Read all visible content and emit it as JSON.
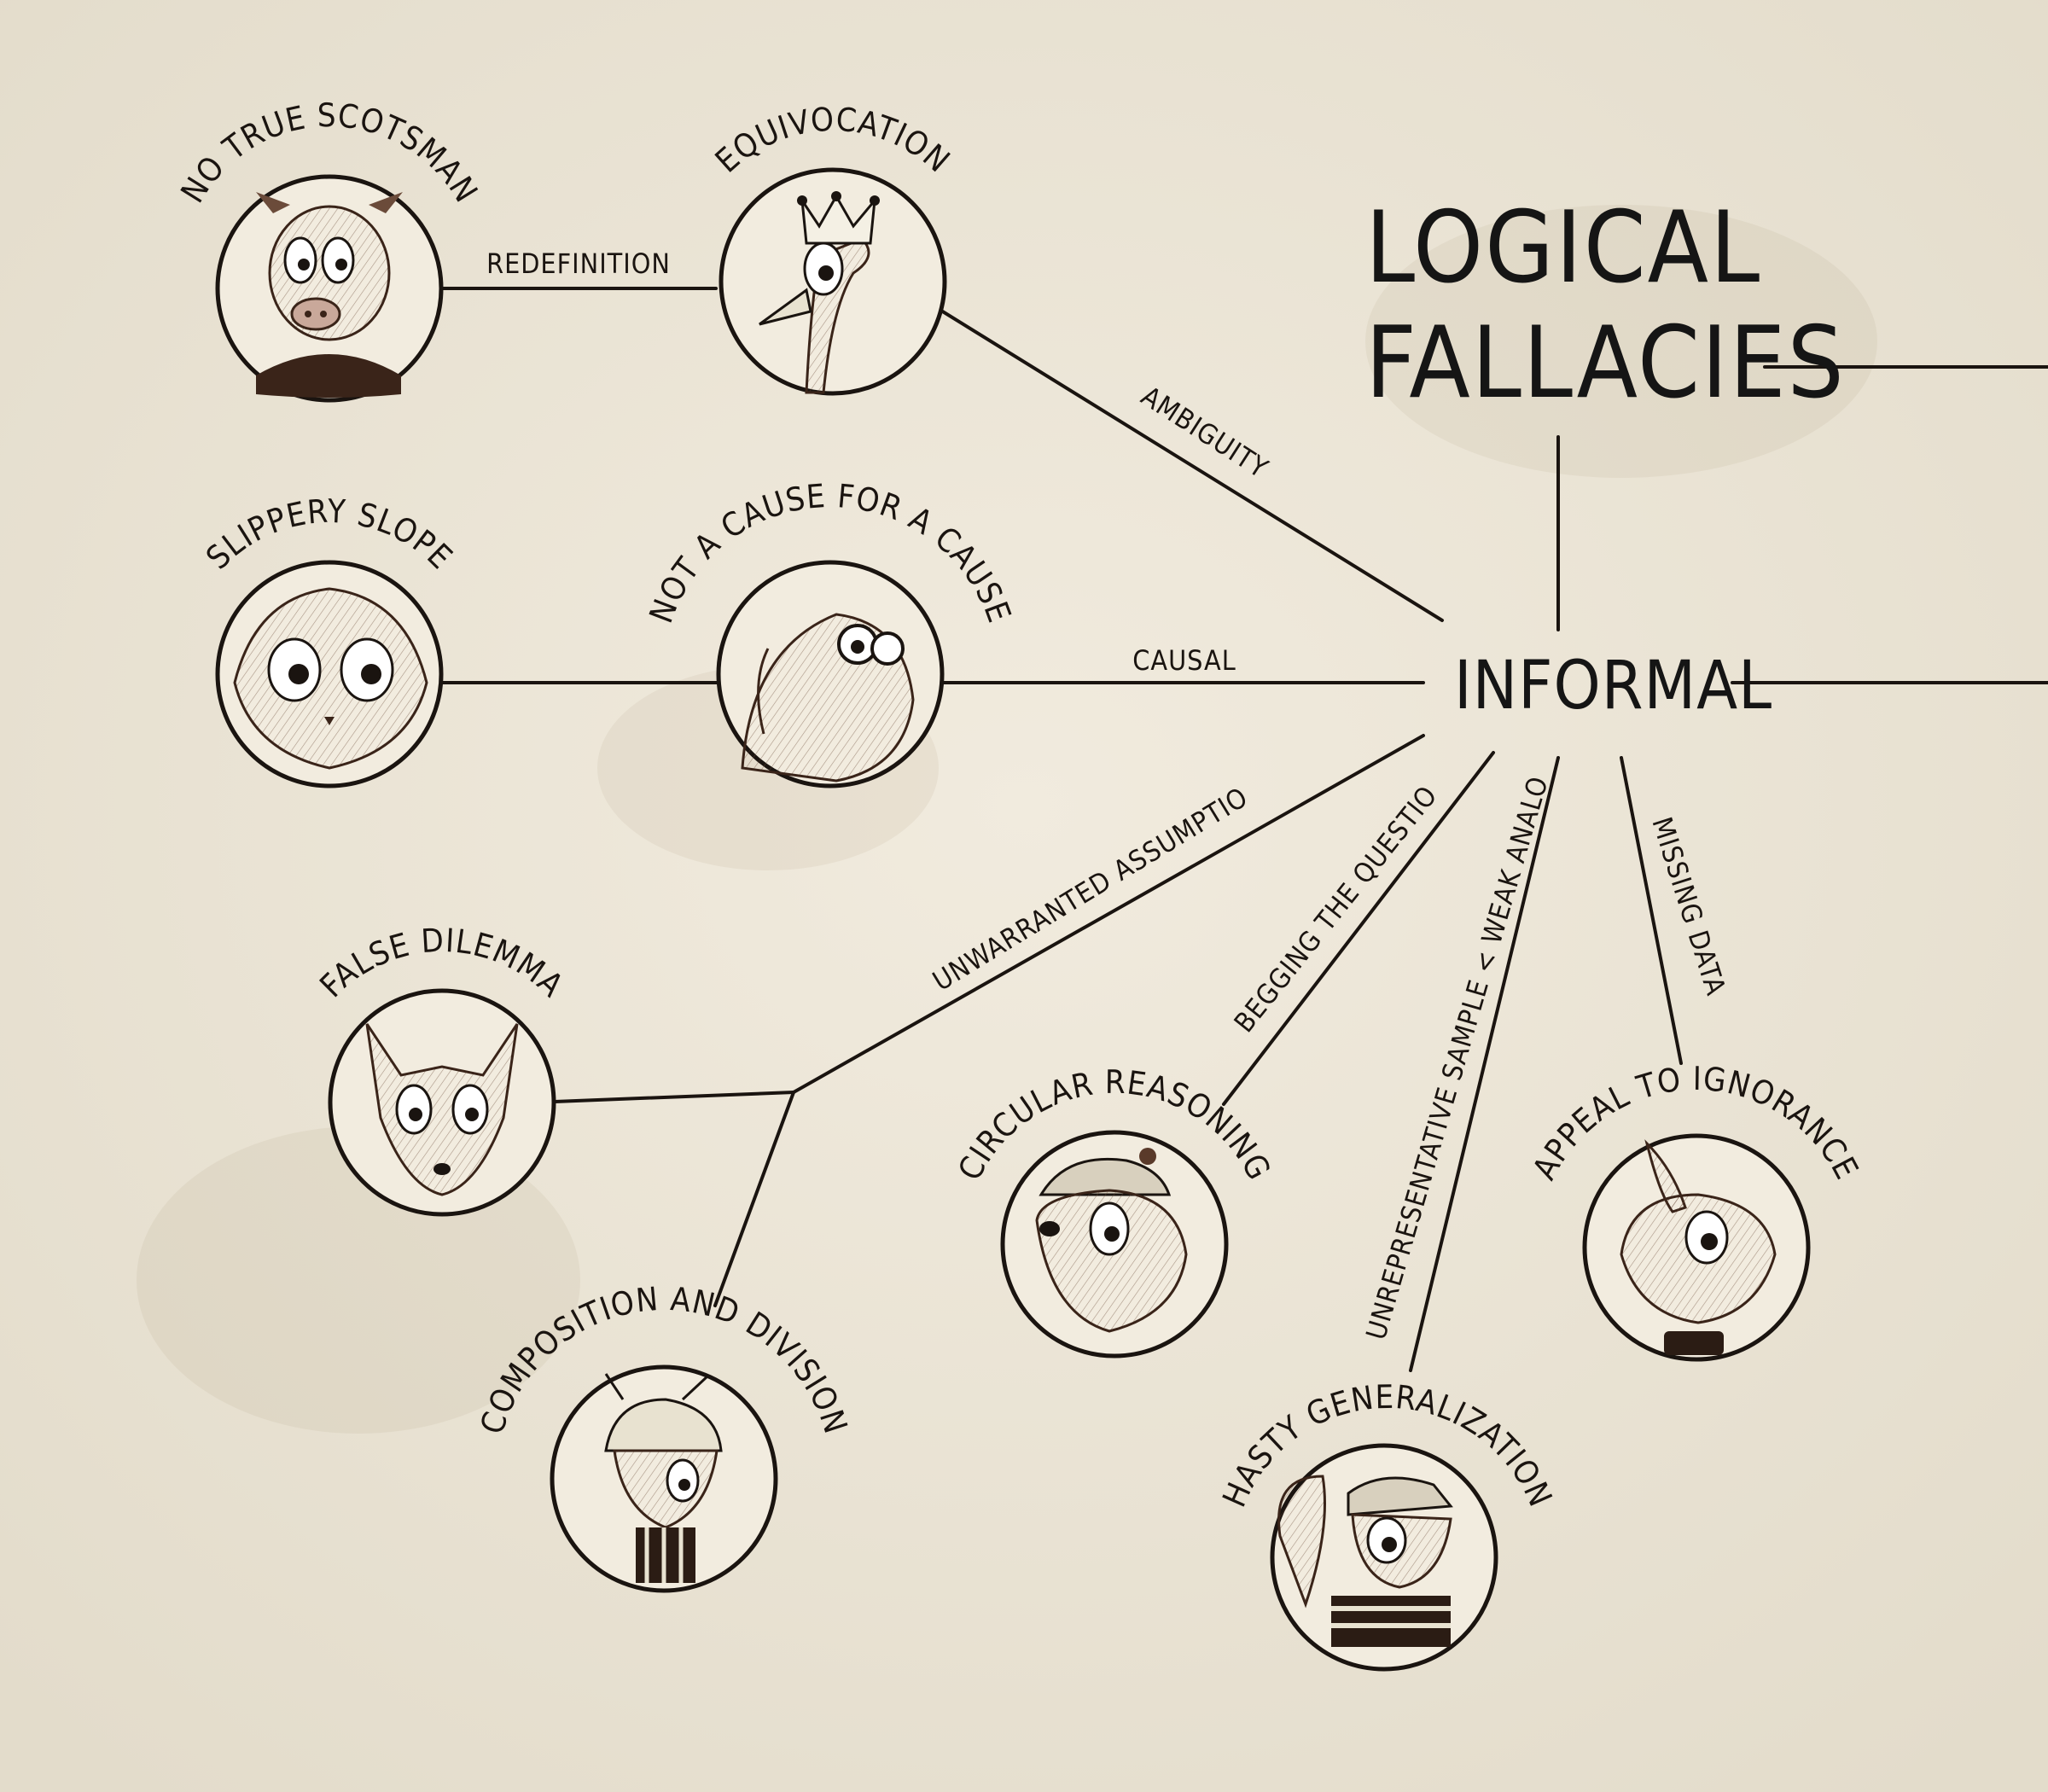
{
  "title": {
    "line1": "LOGICAL",
    "line2": "FALLACIES"
  },
  "hub": {
    "label": "INFORMAL"
  },
  "nodes": {
    "no_true_scotsman": {
      "label": "NO TRUE SCOTSMAN",
      "icon": "pig-in-suit"
    },
    "equivocation": {
      "label": "EQUIVOCATION",
      "icon": "crowned-bird"
    },
    "slippery_slope": {
      "label": "SLIPPERY SLOPE",
      "icon": "wildcat"
    },
    "not_a_cause": {
      "label": "NOT A CAUSE FOR A CAUSE",
      "icon": "aviator-mole"
    },
    "false_dilemma": {
      "label": "FALSE DILEMMA",
      "icon": "fox"
    },
    "composition_division": {
      "label": "COMPOSITION AND DIVISION",
      "icon": "helmeted-insect"
    },
    "circular_reasoning": {
      "label": "CIRCULAR REASONING",
      "icon": "beanie-bear"
    },
    "hasty_generalization": {
      "label": "HASTY GENERALIZATION",
      "icon": "capped-squirrel"
    },
    "appeal_to_ignorance": {
      "label": "APPEAL TO IGNORANCE",
      "icon": "hare"
    }
  },
  "edges": {
    "redefinition": "REDEFINITION",
    "ambiguity": "AMBIGUITY",
    "causal": "CAUSAL",
    "unwarranted_assumption": "UNWARRANTED ASSUMPTION",
    "begging_the_question": "BEGGING THE QUESTION",
    "unrepresentative_sample": "UNREPRESENTATIVE SAMPLE < WEAK ANALOGY",
    "missing_data": "MISSING DATA"
  },
  "colors": {
    "paper": "#ece6d8",
    "ink": "#1a1410",
    "sepia": "#5a3a2a"
  }
}
